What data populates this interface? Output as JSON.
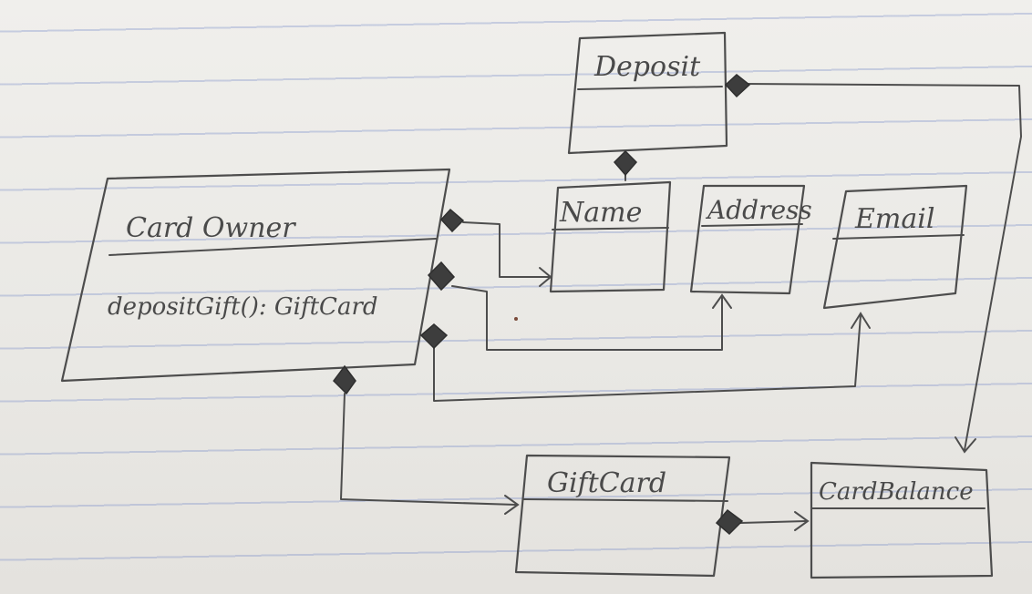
{
  "diagram": {
    "classes": {
      "deposit": {
        "name": "Deposit"
      },
      "card_owner": {
        "name": "Card Owner",
        "method": "depositGift(): GiftCard"
      },
      "name": {
        "name": "Name"
      },
      "address": {
        "name": "Address"
      },
      "email": {
        "name": "Email"
      },
      "gift_card": {
        "name": "GiftCard"
      },
      "card_balance": {
        "name": "CardBalance"
      }
    }
  }
}
